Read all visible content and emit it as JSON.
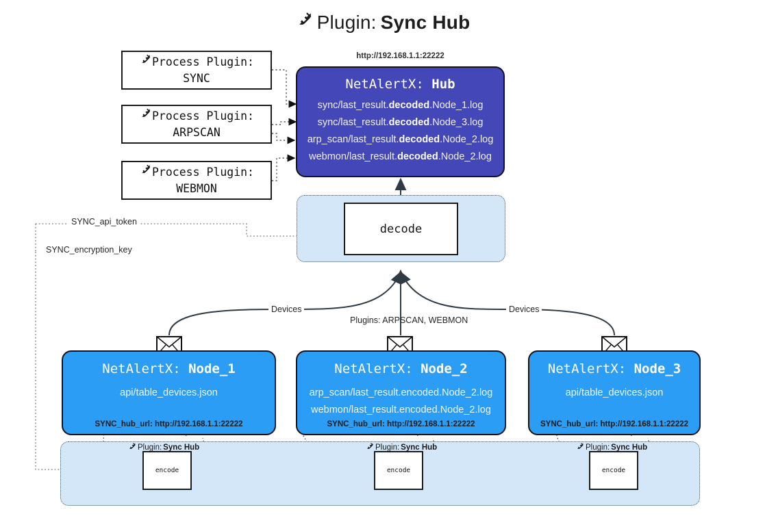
{
  "title": {
    "icon": "plug-icon",
    "prefix": "Plugin:",
    "name": "Sync Hub"
  },
  "process_plugins": [
    {
      "icon": "plug-icon",
      "line1": "Process Plugin:",
      "line2": "SYNC"
    },
    {
      "icon": "plug-icon",
      "line1": "Process Plugin:",
      "line2": "ARPSCAN"
    },
    {
      "icon": "plug-icon",
      "line1": "Process Plugin:",
      "line2": "WEBMON"
    }
  ],
  "hub": {
    "url": "http://192.168.1.1:22222",
    "title_prefix": "NetAlertX:",
    "title_name": "Hub",
    "lines": [
      {
        "pre": "sync/last_result.",
        "mid": "decoded",
        "post": ".Node_1.log"
      },
      {
        "pre": "sync/last_result.",
        "mid": "decoded",
        "post": ".Node_3.log"
      },
      {
        "pre": "arp_scan/last_result.",
        "mid": "decoded",
        "post": ".Node_2.log"
      },
      {
        "pre": "webmon/last_result.",
        "mid": "decoded",
        "post": ".Node_2.log"
      }
    ]
  },
  "decode": {
    "label": "decode"
  },
  "secrets": [
    {
      "label": "SYNC_api_token"
    },
    {
      "label": "SYNC_encryption_key"
    }
  ],
  "edge_labels": {
    "devices_left": "Devices",
    "devices_right": "Devices",
    "plugins_center": "Plugins: ARPSCAN, WEBMON"
  },
  "nodes": [
    {
      "title_prefix": "NetAlertX:",
      "title_name": "Node_1",
      "lines": [
        "api/table_devices.json"
      ],
      "footer": "SYNC_hub_url: http://192.168.1.1:22222",
      "envelope_icon": "envelope-icon"
    },
    {
      "title_prefix": "NetAlertX:",
      "title_name": "Node_2",
      "lines": [
        "arp_scan/last_result.encoded.Node_2.log",
        "webmon/last_result.encoded.Node_2.log"
      ],
      "footer": "SYNC_hub_url: http://192.168.1.1:22222",
      "envelope_icon": "envelope-icon"
    },
    {
      "title_prefix": "NetAlertX:",
      "title_name": "Node_3",
      "lines": [
        "api/table_devices.json"
      ],
      "footer": "SYNC_hub_url: http://192.168.1.1:22222",
      "envelope_icon": "envelope-icon"
    }
  ],
  "encoders": [
    {
      "plugin_prefix": "Plugin:",
      "plugin_name": "Sync Hub",
      "label": "encode",
      "icon": "plug-icon"
    },
    {
      "plugin_prefix": "Plugin:",
      "plugin_name": "Sync Hub",
      "label": "encode",
      "icon": "plug-icon"
    },
    {
      "plugin_prefix": "Plugin:",
      "plugin_name": "Sync Hub",
      "label": "encode",
      "icon": "plug-icon"
    }
  ],
  "colors": {
    "hub_fill": "#4347b7",
    "node_fill": "#2c9df4",
    "container_fill": "#d4e7f8",
    "stroke": "#12121e",
    "dotted": "#3d5566"
  }
}
